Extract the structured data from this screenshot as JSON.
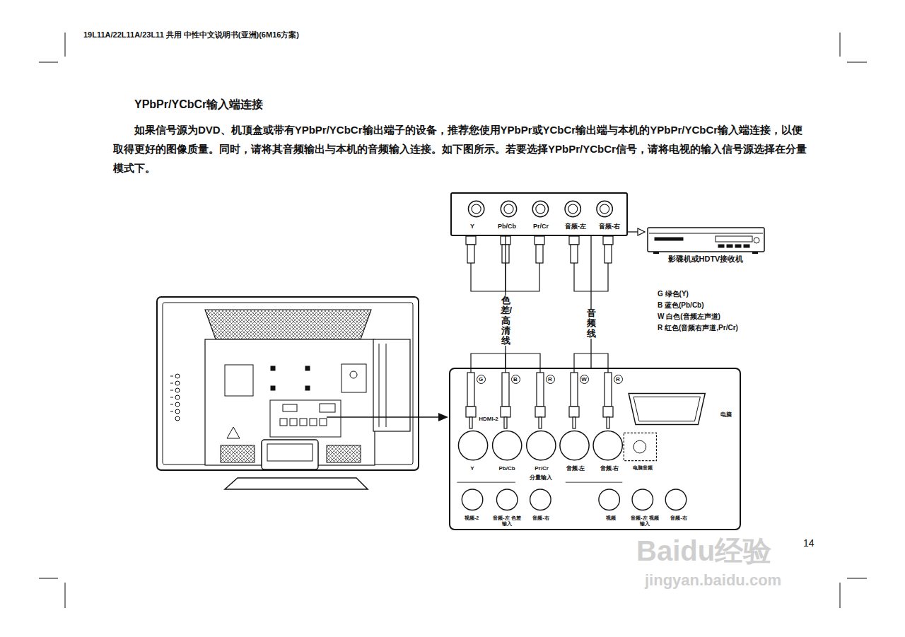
{
  "diagram": {
    "title": "YPbPr/YCbCr输入端连接",
    "nodes": [
      {
        "text": [
          "Y",
          "Pb/Cb",
          "Pr/Cr",
          "音频-左",
          "音频-右"
        ]
      },
      {
        "text": [
          "影碟机或HDTV接收机"
        ]
      },
      {
        "text": [
          "HDMI-2",
          "Y",
          "Pb/Cb",
          "Pr/Cr",
          "音频-左",
          "音频-右",
          "分量输入",
          "电脑",
          "电脑音频",
          "视频-2",
          "音频-左 色差输入",
          "音频-右",
          "视频",
          "音频-左 视频输入",
          "音频-右"
        ]
      }
    ],
    "edges": [
      {
        "from": 0,
        "to": 2,
        "label": "色差/高清线",
        "arrow": "none"
      },
      {
        "from": 0,
        "to": 2,
        "label": "音频线",
        "arrow": "none"
      },
      {
        "from": 0,
        "to": 1,
        "arrow": "to"
      }
    ],
    "labels": [
      "19L11A/22L11A/23L11 共用 中性中文说明书(亚洲)(6M16方案)",
      "如果信号源为DVD、机顶盒或带有YPbPr/YCbCr输出端子的设备，推荐您使用YPbPr或YCbCr输出端与本机的YPbPr/YCbCr输入端连接，以便取得更好的图像质量。同时，请将其音频输出与本机的音频输入连接。如下图所示。若要选择YPbPr/YCbCr信号，请将电视的输入信号源选择在分量模式下。",
      "G",
      "B",
      "R",
      "W",
      "R",
      "14",
      "Baidu经验",
      "jingyan.baidu.com"
    ],
    "legend": [
      {
        "text": "G 绿色(Y)"
      },
      {
        "text": "B 蓝色(Pb/Cb)"
      },
      {
        "text": "W 白色(音频左声道)"
      },
      {
        "text": "R 红色(音频右声道,Pr/Cr)"
      }
    ]
  }
}
